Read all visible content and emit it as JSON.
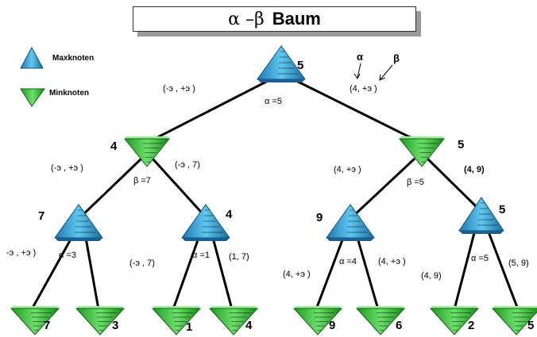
{
  "title": {
    "greek": "α –β",
    "bold": "Baum"
  },
  "legend": {
    "max": "Maxknoten",
    "min": "Minknoten"
  },
  "top_right": {
    "alpha": "α",
    "beta": "β",
    "interval": "(4, +э )"
  },
  "nodes": {
    "root": {
      "value": "5",
      "interval": "(-э , +э )",
      "cut": "α =5"
    },
    "min_left": {
      "value": "4",
      "interval": "(-э , +э )",
      "interval_right": "(-э , 7)",
      "cut": "β =7"
    },
    "min_right": {
      "value": "5",
      "interval": "(4, +э )",
      "interval_right": "(4, 9)",
      "cut": "β =5"
    },
    "max_ll": {
      "value": "7",
      "interval": "-э , +э )",
      "cut": "α =3"
    },
    "max_lr": {
      "value": "4",
      "interval": "(-э , 7)",
      "interval_right": "(1, 7)",
      "cut": "α =1"
    },
    "max_rl": {
      "value": "9",
      "interval": "(4, +э )",
      "interval_right": "(4, +э )",
      "cut": "α =4"
    },
    "max_rr": {
      "value": "5",
      "interval": "(4, 9)",
      "interval_right": "(5, 9)",
      "cut": "α =5"
    }
  },
  "leaves": [
    "7",
    "3",
    "1",
    "4",
    "9",
    "6",
    "2",
    "5"
  ],
  "colors": {
    "max": "#3aa9d8",
    "min": "#3cc83c",
    "edge": "#000000"
  }
}
